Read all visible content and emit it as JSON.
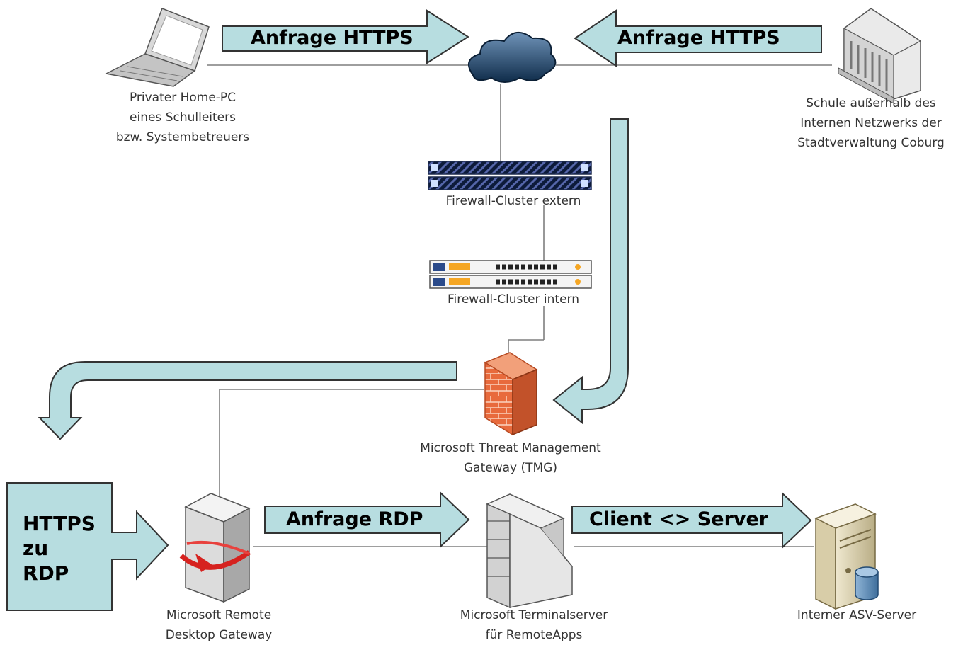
{
  "colors": {
    "arrow_fill": "#B7DDE0",
    "connector": "#7f7f7f",
    "firewall_orange": "#E8663A",
    "cloud_dark": "#1a3c5e"
  },
  "devices": {
    "home_pc": {
      "icon": "laptop-icon",
      "lines": [
        "Privater Home-PC",
        "eines Schulleiters",
        "bzw. Systembetreuers"
      ]
    },
    "school": {
      "icon": "building-icon",
      "lines": [
        "Schule außerhalb des",
        "Internen Netzwerks der",
        "Stadtverwaltung Coburg"
      ]
    },
    "internet": {
      "icon": "cloud-icon"
    },
    "fw_extern": {
      "icon": "firewall-appliance-icon",
      "lines": [
        "Firewall-Cluster extern"
      ]
    },
    "fw_intern": {
      "icon": "firewall-appliance-icon",
      "lines": [
        "Firewall-Cluster intern"
      ]
    },
    "tmg": {
      "icon": "brick-wall-icon",
      "lines": [
        "Microsoft Threat Management",
        "Gateway (TMG)"
      ]
    },
    "rd_gateway": {
      "icon": "gateway-server-icon",
      "lines": [
        "Microsoft Remote",
        "Desktop Gateway"
      ]
    },
    "terminal": {
      "icon": "terminal-server-icon",
      "lines": [
        "Microsoft Terminalserver",
        "für RemoteApps"
      ]
    },
    "asv": {
      "icon": "database-server-icon",
      "lines": [
        "Interner ASV-Server"
      ]
    }
  },
  "arrows": {
    "https_left": "Anfrage HTTPS",
    "https_right": "Anfrage HTTPS",
    "rdp": "Anfrage RDP",
    "client_server": "Client <> Server",
    "https_to_rdp": [
      "HTTPS",
      "zu",
      "RDP"
    ]
  }
}
